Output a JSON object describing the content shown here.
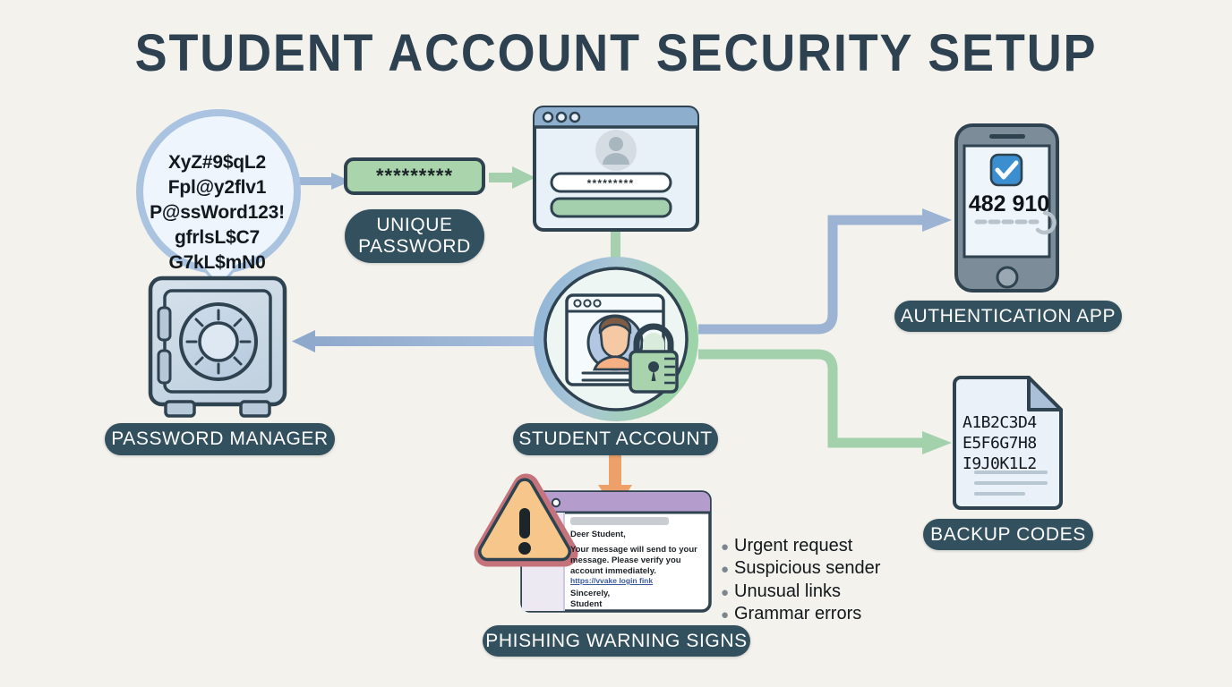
{
  "page": {
    "title": "STUDENT ACCOUNT SECURITY SETUP",
    "background_color": "#f3f2ed",
    "title_color": "#2d4150"
  },
  "palette": {
    "pill_bg": "#32505e",
    "pill_text": "#ffffff",
    "arrow_blue": "#92aed2",
    "arrow_green": "#9ccfa6",
    "arrow_orange": "#efa069",
    "bubble_fill": "#eef4fb",
    "bubble_stroke": "#a9c3e0",
    "safe_fill": "#ccd9e4",
    "dark_stroke": "#2e4250",
    "phish_header": "#b49ccd",
    "warning_fill": "#f6c68a",
    "warning_stroke": "#c4737b",
    "lock_green": "#a8d3ad"
  },
  "password_manager": {
    "label": "PASSWORD MANAGER",
    "icon": "safe-vault-icon",
    "bubble_lines": [
      "XyZ#9$qL2",
      "Fpl@y2flv1",
      "P@ssWord123!",
      "gfrlsL$C7",
      "G7kL$mN0"
    ]
  },
  "unique_password": {
    "label_line1": "UNIQUE",
    "label_line2": "PASSWORD",
    "masked_value": "*********",
    "field_fill": "#a9d4ac"
  },
  "login_window": {
    "icon": "browser-login-window",
    "password_field_value": "*********",
    "submit_button": "",
    "titlebar_dots": 3,
    "avatar": "user-avatar-icon"
  },
  "student_account": {
    "label": "STUDENT ACCOUNT",
    "icon": "account-with-lock-icon"
  },
  "authentication_app": {
    "label": "AUTHENTICATION APP",
    "icon": "smartphone-icon",
    "code": "482 910",
    "check_icon": "checkmark-icon",
    "timer_dashes": 5
  },
  "backup_codes": {
    "label": "BACKUP CODES",
    "icon": "document-icon",
    "codes": [
      "A1B2C3D4",
      "E5F6G7H8",
      "I9J0K1L2"
    ]
  },
  "phishing": {
    "label": "PHISHING WARNING SIGNS",
    "warning_icon": "warning-triangle-icon",
    "email": {
      "greeting": "Deer Student,",
      "body": "Your message will send to your message. Please verify you account immediately.",
      "link": "https://vvake login fink",
      "signoff_line1": "Sincerely,",
      "signoff_line2": "Student"
    },
    "warning_signs": [
      "Urgent request",
      "Suspicious sender",
      "Unusual links",
      "Grammar errors"
    ]
  }
}
